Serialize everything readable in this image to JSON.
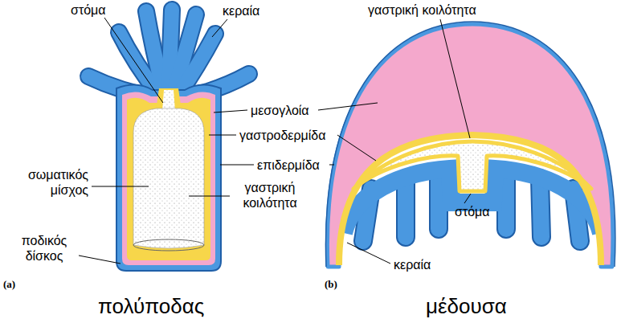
{
  "diagram": {
    "labels": [
      "στόμα",
      "κεραία",
      "γαστρική κοιλότητα",
      "μεσογλοία",
      "γαστροδερμίδα",
      "επιδερμίδα",
      "σωματικός μίσχος",
      "γαστρική κοιλότητα",
      "στόμα",
      "ποδικός δίσκος",
      "κεραία",
      "(a)",
      "(b)",
      "πολύποδας",
      "μέδουσα"
    ]
  }
}
